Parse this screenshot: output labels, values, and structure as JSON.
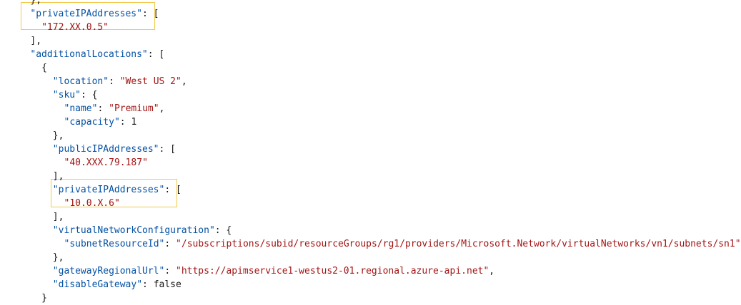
{
  "code_lines": [
    {
      "indent": 4,
      "parts": [
        [
          "punc",
          "},"
        ]
      ]
    },
    {
      "indent": 4,
      "parts": [
        [
          "key",
          "\"privateIPAddresses\""
        ],
        [
          "punc",
          ": ["
        ]
      ]
    },
    {
      "indent": 6,
      "parts": [
        [
          "str",
          "\"172.XX.0.5\""
        ]
      ]
    },
    {
      "indent": 4,
      "parts": [
        [
          "punc",
          "],"
        ]
      ]
    },
    {
      "indent": 4,
      "parts": [
        [
          "key",
          "\"additionalLocations\""
        ],
        [
          "punc",
          ": ["
        ]
      ]
    },
    {
      "indent": 6,
      "parts": [
        [
          "punc",
          "{"
        ]
      ]
    },
    {
      "indent": 8,
      "parts": [
        [
          "key",
          "\"location\""
        ],
        [
          "punc",
          ": "
        ],
        [
          "str",
          "\"West US 2\""
        ],
        [
          "punc",
          ","
        ]
      ]
    },
    {
      "indent": 8,
      "parts": [
        [
          "key",
          "\"sku\""
        ],
        [
          "punc",
          ": {"
        ]
      ]
    },
    {
      "indent": 10,
      "parts": [
        [
          "key",
          "\"name\""
        ],
        [
          "punc",
          ": "
        ],
        [
          "str",
          "\"Premium\""
        ],
        [
          "punc",
          ","
        ]
      ]
    },
    {
      "indent": 10,
      "parts": [
        [
          "key",
          "\"capacity\""
        ],
        [
          "punc",
          ": "
        ],
        [
          "num",
          "1"
        ]
      ]
    },
    {
      "indent": 8,
      "parts": [
        [
          "punc",
          "},"
        ]
      ]
    },
    {
      "indent": 8,
      "parts": [
        [
          "key",
          "\"publicIPAddresses\""
        ],
        [
          "punc",
          ": ["
        ]
      ]
    },
    {
      "indent": 10,
      "parts": [
        [
          "str",
          "\"40.XXX.79.187\""
        ]
      ]
    },
    {
      "indent": 8,
      "parts": [
        [
          "punc",
          "],"
        ]
      ]
    },
    {
      "indent": 8,
      "parts": [
        [
          "key",
          "\"privateIPAddresses\""
        ],
        [
          "punc",
          ": ["
        ]
      ]
    },
    {
      "indent": 10,
      "parts": [
        [
          "str",
          "\"10.0.X.6\""
        ]
      ]
    },
    {
      "indent": 8,
      "parts": [
        [
          "punc",
          "],"
        ]
      ]
    },
    {
      "indent": 8,
      "parts": [
        [
          "key",
          "\"virtualNetworkConfiguration\""
        ],
        [
          "punc",
          ": {"
        ]
      ]
    },
    {
      "indent": 10,
      "parts": [
        [
          "key",
          "\"subnetResourceId\""
        ],
        [
          "punc",
          ": "
        ],
        [
          "str",
          "\"/subscriptions/subid/resourceGroups/rg1/providers/Microsoft.Network/virtualNetworks/vn1/subnets/sn1\""
        ]
      ]
    },
    {
      "indent": 8,
      "parts": [
        [
          "punc",
          "},"
        ]
      ]
    },
    {
      "indent": 8,
      "parts": [
        [
          "key",
          "\"gatewayRegionalUrl\""
        ],
        [
          "punc",
          ": "
        ],
        [
          "str",
          "\"https://apimservice1-westus2-01.regional.azure-api.net\""
        ],
        [
          "punc",
          ","
        ]
      ]
    },
    {
      "indent": 8,
      "parts": [
        [
          "key",
          "\"disableGateway\""
        ],
        [
          "punc",
          ": "
        ],
        [
          "kw",
          "false"
        ]
      ]
    },
    {
      "indent": 6,
      "parts": [
        [
          "punc",
          "}"
        ]
      ]
    }
  ],
  "colors": {
    "key": "#0451a5",
    "string": "#a31515",
    "text": "#171717",
    "highlight_border": "#f2c94c",
    "background": "#ffffff"
  }
}
